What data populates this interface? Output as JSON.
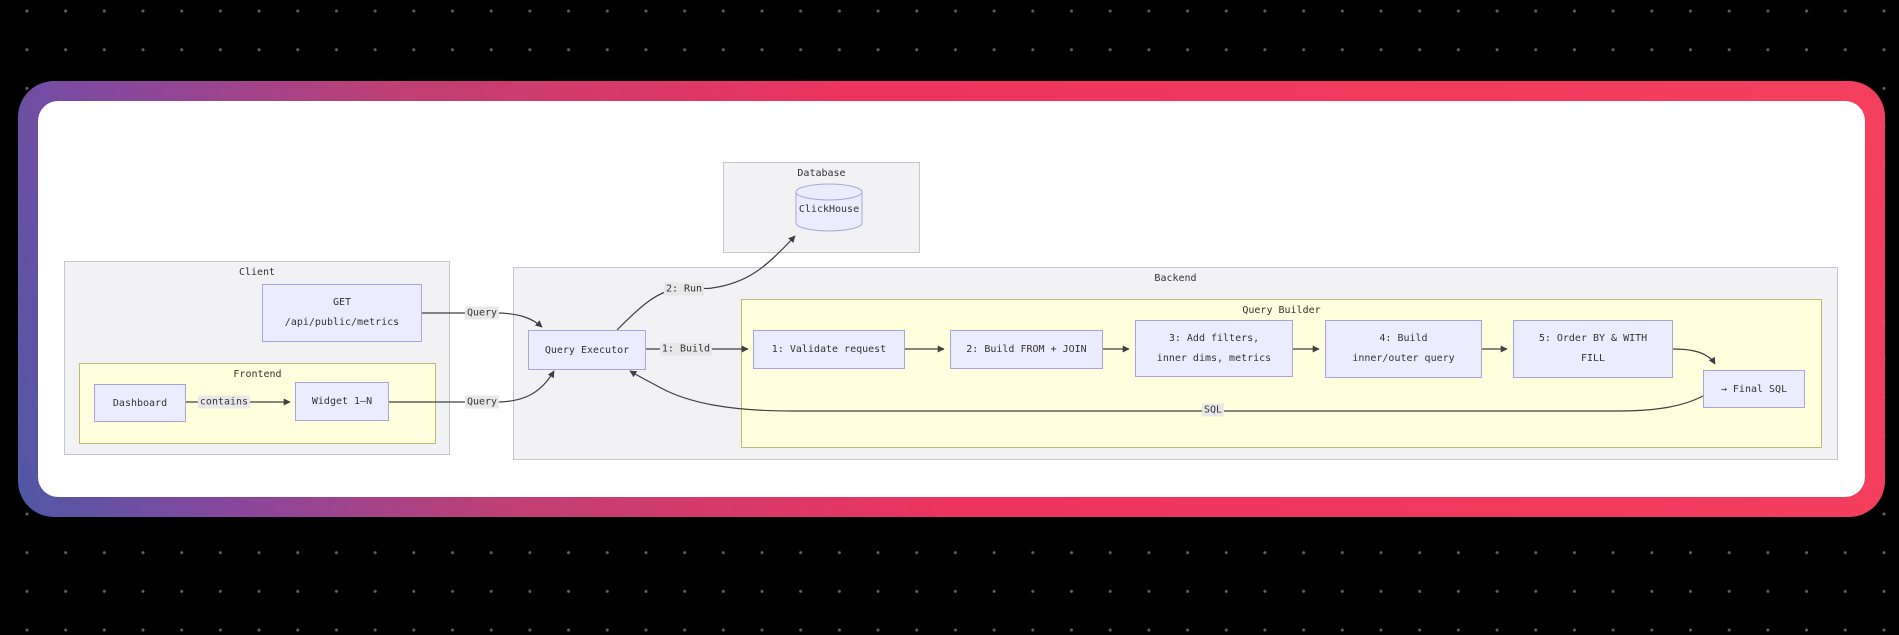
{
  "colors": {
    "page_background": "#000000",
    "dot_grid": "#5e5e5e",
    "card_gradient": [
      "#4e58a5",
      "#84489f",
      "#c03f74",
      "#ee335e",
      "#f43f5e"
    ],
    "card_surface": "#ffffff",
    "node_fill": "#ececff",
    "node_border": "#aba4dc",
    "cluster_gray_fill": "#f2f2f5",
    "cluster_gray_border": "#c6c6cc",
    "cluster_yellow_fill": "#ffffde",
    "cluster_yellow_border": "#bcbc72",
    "edge_stroke": "#404040",
    "edge_label_background": "#e8e8e8",
    "text": "#333333"
  },
  "diagram": {
    "clusters": {
      "database": {
        "title": "Database"
      },
      "client": {
        "title": "Client"
      },
      "frontend": {
        "title": "Frontend"
      },
      "backend": {
        "title": "Backend"
      },
      "query_builder": {
        "title": "Query Builder"
      }
    },
    "nodes": {
      "clickhouse": {
        "label": "ClickHouse"
      },
      "get_endpoint": {
        "line1": "GET",
        "line2": "/api/public/metrics"
      },
      "dashboard": {
        "label": "Dashboard"
      },
      "widget": {
        "label": "Widget 1–N"
      },
      "query_executor": {
        "label": "Query Executor"
      },
      "step1": {
        "label": "1: Validate request"
      },
      "step2": {
        "label": "2: Build FROM + JOIN"
      },
      "step3": {
        "line1": "3: Add filters,",
        "line2": "inner dims, metrics"
      },
      "step4": {
        "line1": "4: Build",
        "line2": "inner/outer query"
      },
      "step5": {
        "line1": "5: Order BY & WITH",
        "line2": "FILL"
      },
      "final_sql": {
        "label": "→ Final SQL"
      }
    },
    "edge_labels": {
      "query_top": "Query",
      "query_bottom": "Query",
      "contains": "contains",
      "run": "2: Run",
      "build": "1: Build",
      "sql": "SQL"
    },
    "edges": [
      {
        "from": "get_endpoint",
        "to": "query_executor",
        "label_key": "query_top"
      },
      {
        "from": "widget",
        "to": "query_executor",
        "label_key": "query_bottom"
      },
      {
        "from": "dashboard",
        "to": "widget",
        "label_key": "contains"
      },
      {
        "from": "query_executor",
        "to": "clickhouse",
        "label_key": "run"
      },
      {
        "from": "query_executor",
        "to": "step1",
        "label_key": "build"
      },
      {
        "from": "step1",
        "to": "step2"
      },
      {
        "from": "step2",
        "to": "step3"
      },
      {
        "from": "step3",
        "to": "step4"
      },
      {
        "from": "step4",
        "to": "step5"
      },
      {
        "from": "step5",
        "to": "final_sql"
      },
      {
        "from": "final_sql",
        "to": "query_executor",
        "label_key": "sql"
      }
    ]
  }
}
